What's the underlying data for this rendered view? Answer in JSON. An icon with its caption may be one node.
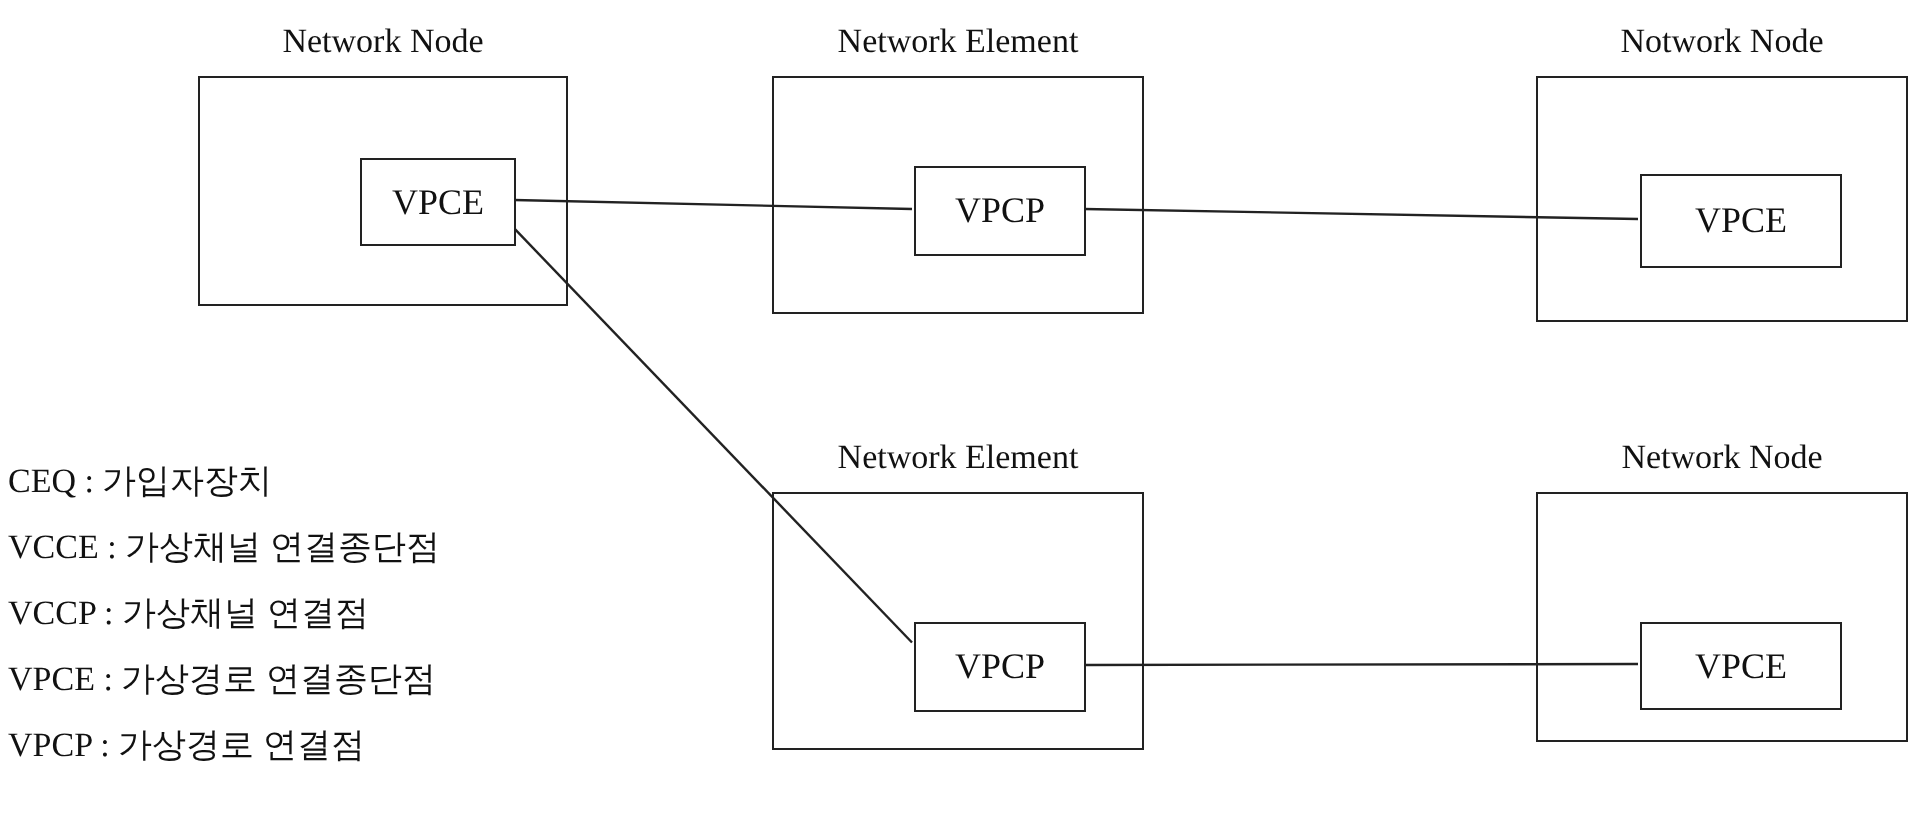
{
  "diagram": {
    "nodes": [
      {
        "text": [
          "Network Node"
        ]
      },
      {
        "text": [
          "VPCE"
        ],
        "in": 0
      },
      {
        "text": [
          "Network Element"
        ]
      },
      {
        "text": [
          "VPCP"
        ],
        "in": 2
      },
      {
        "text": [
          "Notwork Node"
        ]
      },
      {
        "text": [
          "VPCE"
        ],
        "in": 4
      },
      {
        "text": [
          "Network Element"
        ]
      },
      {
        "text": [
          "VPCP"
        ],
        "in": 6
      },
      {
        "text": [
          "Network Node"
        ]
      },
      {
        "text": [
          "VPCE"
        ],
        "in": 8
      }
    ],
    "edges": [
      {
        "from": 1,
        "to": 3,
        "arrow": "none"
      },
      {
        "from": 3,
        "to": 5,
        "arrow": "none"
      },
      {
        "from": 1,
        "to": 7,
        "arrow": "none"
      },
      {
        "from": 7,
        "to": 9,
        "arrow": "none"
      }
    ],
    "labels": [
      "CEQ : 가입자장치",
      "VCCE : 가상채널 연결종단점",
      "VCCP : 가상채널 연결점",
      "VPCE : 가상경로 연결종단점",
      "VPCP : 가상경로 연결점"
    ]
  }
}
